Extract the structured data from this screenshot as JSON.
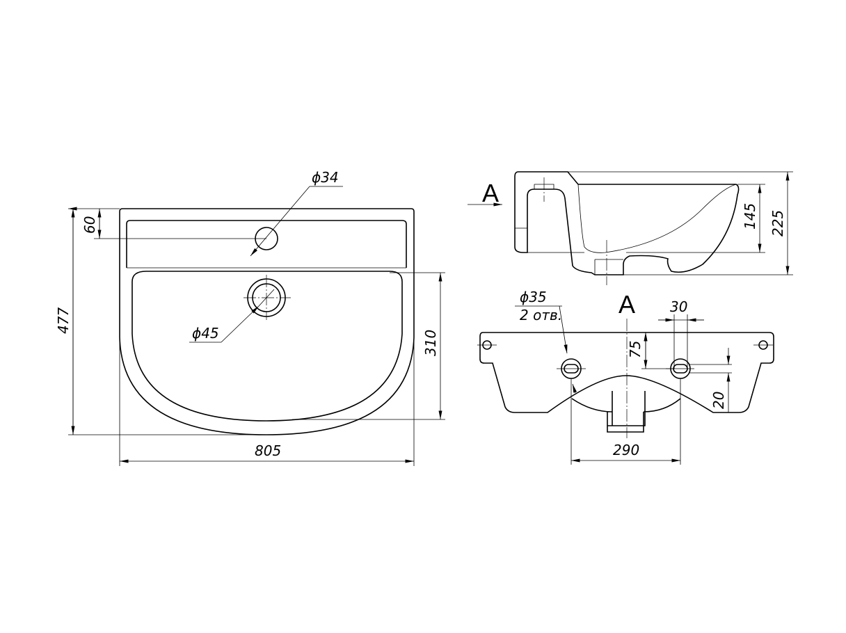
{
  "views": {
    "top": {
      "dims": {
        "overall_width": "805",
        "overall_depth": "477",
        "shelf_depth": "60",
        "bowl_depth": "310"
      },
      "holes": {
        "tap_hole": "ϕ34",
        "drain_hole": "ϕ45"
      }
    },
    "side": {
      "section_label": "A",
      "dims": {
        "bowl_height": "145",
        "total_height": "225"
      }
    },
    "back": {
      "view_label": "A",
      "holes": {
        "mount_hole_dia": "ϕ35",
        "mount_hole_count": "2 отв."
      },
      "dims": {
        "slot_width": "30",
        "hole_from_top": "75",
        "slot_height": "20",
        "hole_spacing": "290"
      }
    }
  }
}
